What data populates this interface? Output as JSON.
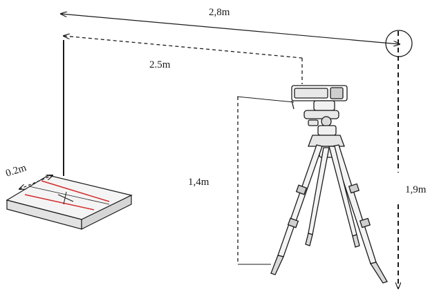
{
  "dimensions": {
    "top_distance": "2,8m",
    "mid_distance": "2.5m",
    "plate_width": "0.2m",
    "camera_height": "1,4m",
    "pole_height": "1,9m"
  },
  "colors": {
    "line": "#1a1a1a",
    "red_line": "#d42a2a",
    "plate_fill": "#f4f4f4",
    "plate_edge": "#d9d9d9"
  },
  "icons": [
    "target-circle-icon",
    "tripod-camera-icon",
    "force-plate-icon"
  ]
}
